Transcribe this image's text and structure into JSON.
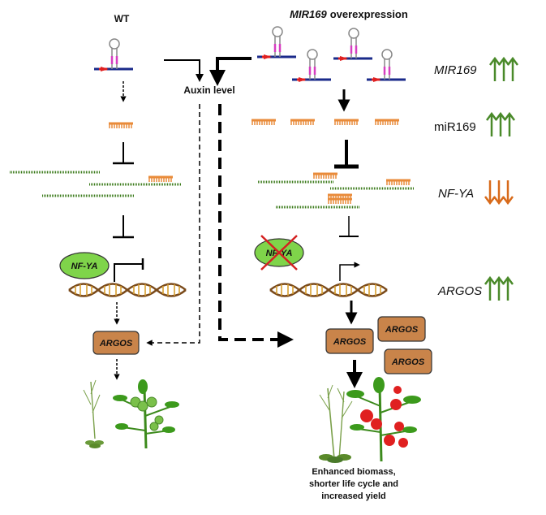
{
  "labels": {
    "wt": "WT",
    "overexpression_gene": "MIR169",
    "overexpression_suffix": "overexpression",
    "auxin": "Auxin level",
    "nfya_wt": "NF-YA",
    "nfya_oe": "NF-YA",
    "argos_wt": "ARGOS",
    "argos_oe_1": "ARGOS",
    "argos_oe_2": "ARGOS",
    "argos_oe_3": "ARGOS",
    "outcome_line1": "Enhanced biomass,",
    "outcome_line2": "shorter life cycle and",
    "outcome_line3": "increased yield"
  },
  "legend": {
    "mir169_gene": "MIR169",
    "mir169_mature": "miR169",
    "nfya": "NF-YA",
    "argos": "ARGOS"
  },
  "colors": {
    "up_arrow": "#4a8a2a",
    "down_arrow": "#d86a1a",
    "mirna": "#e98b3a",
    "mrna": "#3a7a1a",
    "argos_box": "#c9844a",
    "nfya_oval": "#7fd44a",
    "dna_strand": "#7a4a1a",
    "dna_rung": "#d9a030",
    "promoter_red": "#e02020",
    "hairpin_pink": "#d63ec1",
    "gene_line": "#1a2a8a",
    "cross_red": "#d42020"
  },
  "icons": {
    "hairpin": "stem-loop-precursor-icon",
    "dna": "dna-helix-icon",
    "arabidopsis": "arabidopsis-plant-icon",
    "tomato": "tomato-plant-icon"
  }
}
